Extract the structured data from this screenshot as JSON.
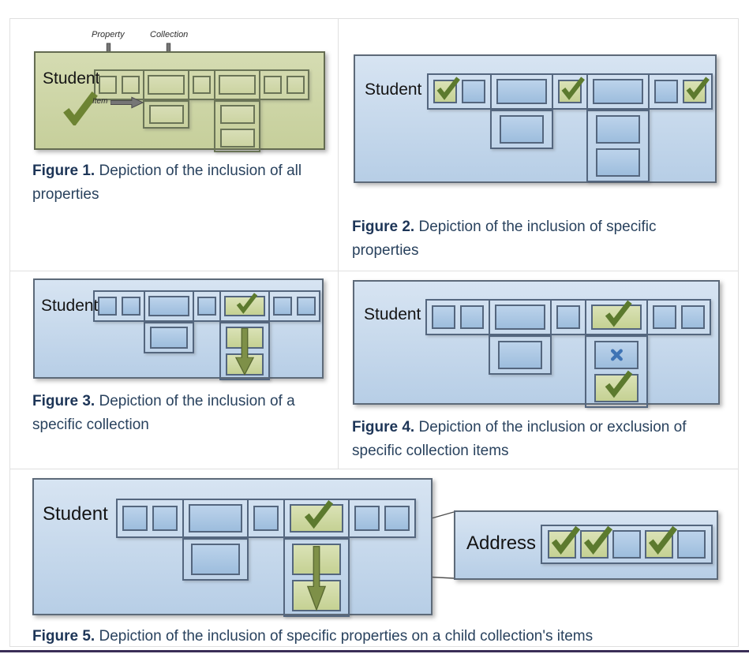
{
  "colors": {
    "caption": "#29425e",
    "caption_bold": "#1d3557",
    "rule": "#3a2e57",
    "check_green": "#5c7a2e",
    "exclude_blue": "#3f74b5",
    "arrow_olive": "#7e9048",
    "table_border": "#e0e0e0"
  },
  "figures": [
    {
      "id": 1,
      "entity": "Student",
      "theme": "green",
      "annotations": {
        "property": "Property",
        "collection": "Collection",
        "item": "Item"
      },
      "caption": {
        "label": "Figure 1.",
        "text": "Depiction of the inclusion of all properties"
      },
      "strip": {
        "segments": [
          {
            "boxes": [
              "plain",
              "plain"
            ]
          },
          {
            "boxes": [
              "wide-plain"
            ],
            "children": [
              "plain"
            ]
          },
          {
            "boxes": [
              "plain"
            ]
          },
          {
            "boxes": [
              "wide-plain"
            ],
            "children": [
              "plain",
              "plain"
            ]
          },
          {
            "boxes": [
              "plain",
              "plain"
            ]
          }
        ]
      }
    },
    {
      "id": 2,
      "entity": "Student",
      "theme": "blue",
      "caption": {
        "label": "Figure 2.",
        "text": "Depiction of the inclusion of specific properties"
      },
      "strip": {
        "segments": [
          {
            "boxes": [
              "check",
              "plain"
            ]
          },
          {
            "boxes": [
              "wide-plain"
            ],
            "children": [
              "plain"
            ]
          },
          {
            "boxes": [
              "check"
            ]
          },
          {
            "boxes": [
              "wide-plain"
            ],
            "children": [
              "plain",
              "plain"
            ]
          },
          {
            "boxes": [
              "plain",
              "check"
            ]
          }
        ]
      }
    },
    {
      "id": 3,
      "entity": "Student",
      "theme": "blue",
      "caption": {
        "label": "Figure 3.",
        "text": "Depiction of the inclusion of a specific collection"
      },
      "strip": {
        "segments": [
          {
            "boxes": [
              "plain",
              "plain"
            ]
          },
          {
            "boxes": [
              "wide-plain"
            ],
            "children": [
              "plain"
            ]
          },
          {
            "boxes": [
              "plain"
            ]
          },
          {
            "boxes": [
              "wide-check"
            ],
            "children": [
              "green",
              "green"
            ],
            "children_arrow": true
          },
          {
            "boxes": [
              "plain",
              "plain"
            ]
          }
        ]
      }
    },
    {
      "id": 4,
      "entity": "Student",
      "theme": "blue",
      "caption": {
        "label": "Figure 4.",
        "text": "Depiction of the inclusion or exclusion of specific collection items"
      },
      "strip": {
        "segments": [
          {
            "boxes": [
              "plain",
              "plain"
            ]
          },
          {
            "boxes": [
              "wide-plain"
            ],
            "children": [
              "plain"
            ]
          },
          {
            "boxes": [
              "plain"
            ]
          },
          {
            "boxes": [
              "wide-check"
            ],
            "children": [
              "x",
              "check"
            ]
          },
          {
            "boxes": [
              "plain",
              "plain"
            ]
          }
        ]
      }
    },
    {
      "id": 5,
      "entity": "Student",
      "theme": "blue",
      "caption": {
        "label": "Figure 5.",
        "text": "Depiction of the inclusion of specific properties on a child collection's items"
      },
      "strip": {
        "segments": [
          {
            "boxes": [
              "plain",
              "plain"
            ]
          },
          {
            "boxes": [
              "wide-plain"
            ],
            "children": [
              "plain"
            ]
          },
          {
            "boxes": [
              "plain"
            ]
          },
          {
            "boxes": [
              "wide-check"
            ],
            "children": [
              "green",
              "green"
            ],
            "children_arrow": true
          },
          {
            "boxes": [
              "plain",
              "plain"
            ]
          }
        ]
      },
      "child_entity": {
        "entity": "Address",
        "squares": [
          "check",
          "check",
          "plain",
          "check",
          "plain"
        ]
      }
    }
  ]
}
